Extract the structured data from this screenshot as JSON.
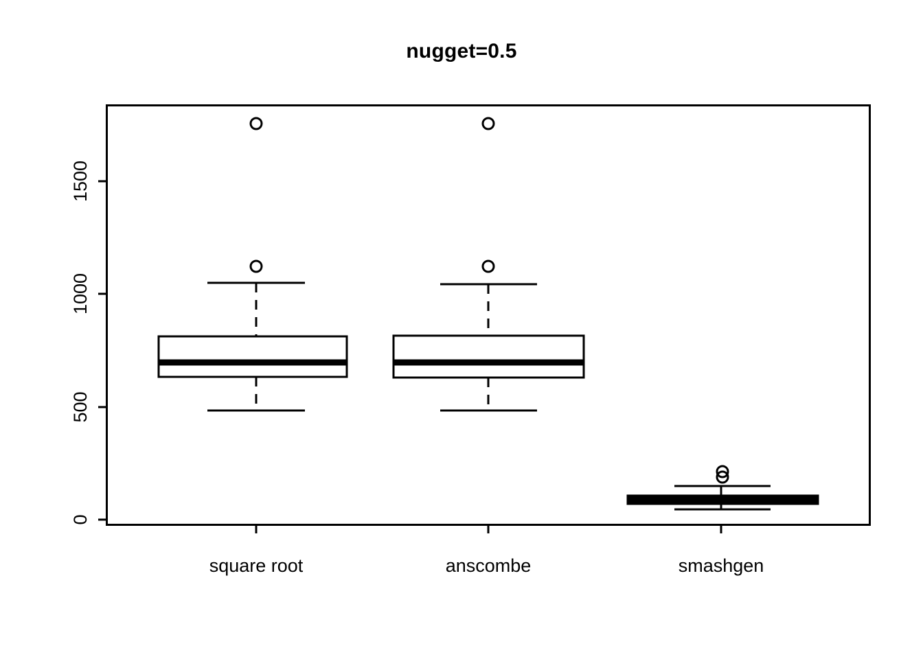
{
  "chart_data": {
    "type": "box",
    "title": "nugget=0.5",
    "xlabel": "",
    "ylabel": "",
    "categories": [
      "square root",
      "anscombe",
      "smashgen"
    ],
    "ylim": [
      -70,
      1840
    ],
    "yticks": [
      0,
      500,
      1000,
      1500
    ],
    "ytick_labels": [
      "0",
      "500",
      "1000",
      "1500"
    ],
    "grid": false,
    "legend": "none",
    "boxes": [
      {
        "name": "square root",
        "whisker_low": 484,
        "q1": 633,
        "median": 703,
        "q3": 813,
        "whisker_high": 1050,
        "outliers": [
          1123,
          1757
        ]
      },
      {
        "name": "anscombe",
        "whisker_low": 484,
        "q1": 633,
        "median": 703,
        "q3": 813,
        "whisker_high": 1040,
        "outliers": [
          1120,
          1757
        ]
      },
      {
        "name": "smashgen",
        "whisker_low": 38,
        "q1": 70,
        "median": 82,
        "q3": 95,
        "whisker_high": 140,
        "outliers": [
          185,
          210
        ]
      }
    ]
  },
  "axis": {
    "y_tick_0": "0",
    "y_tick_500": "500",
    "y_tick_1000": "1000",
    "y_tick_1500": "1500",
    "x_tick_1": "square root",
    "x_tick_2": "anscombe",
    "x_tick_3": "smashgen"
  },
  "style": {
    "stroke": "#000000",
    "fill": "#ffffff",
    "background": "#ffffff"
  }
}
